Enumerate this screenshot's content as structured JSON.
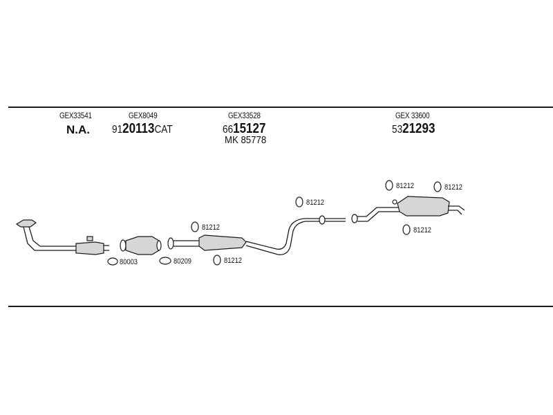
{
  "header": {
    "col1": {
      "code": "GEX33541",
      "value": "N.A."
    },
    "col2": {
      "code": "GEX8049",
      "prefix": "91",
      "main": "20113",
      "suffix": "CAT"
    },
    "col3": {
      "code": "GEX33528",
      "prefix": "66",
      "main": "15127",
      "extra": "MK 85778"
    },
    "col4": {
      "code": "GEX 33600",
      "prefix": "53",
      "main": "21293"
    }
  },
  "parts": {
    "gasket_front": "80003",
    "gasket_cat": "80209",
    "hanger_mid_upper": "81212",
    "hanger_mid_lower": "81212",
    "hanger_tail_pipe": "81212",
    "hanger_rear_left": "81212",
    "hanger_rear_right": "81212",
    "hanger_rear_lower": "81212"
  }
}
